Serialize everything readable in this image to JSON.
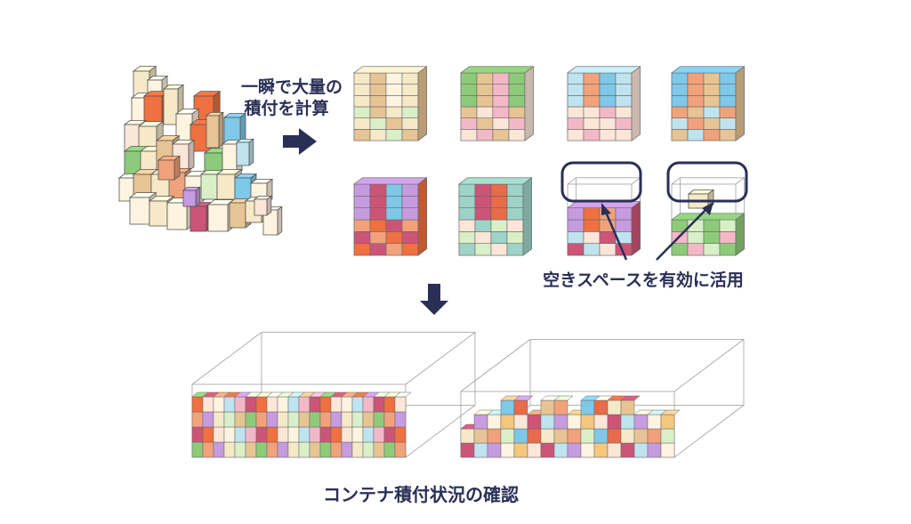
{
  "labels": {
    "instant_line1": "一瞬で大量の",
    "instant_line2": "積付を計算",
    "space_callout": "空きスペースを有効に活用",
    "container_caption": "コンテナ積付状況の確認"
  },
  "colors": {
    "text": "#2a2f55",
    "arrow": "#2a2f55",
    "callout": "#2a2f55",
    "frame": "#9a9a9a",
    "palette": [
      "#f6e9c8",
      "#e7c494",
      "#ef7040",
      "#f1a27b",
      "#fce6d8",
      "#7fc8e8",
      "#bfe3ef",
      "#8dcb7a",
      "#d8efc8",
      "#cc5577",
      "#c79be0",
      "#e86b4a",
      "#f4c77d",
      "#fff4e0",
      "#9ed4c8",
      "#f6d26b",
      "#f3b8c8",
      "#e8a868"
    ]
  },
  "icons": [
    "right-arrow-icon",
    "down-arrow-icon",
    "callout-arrow-icon"
  ]
}
